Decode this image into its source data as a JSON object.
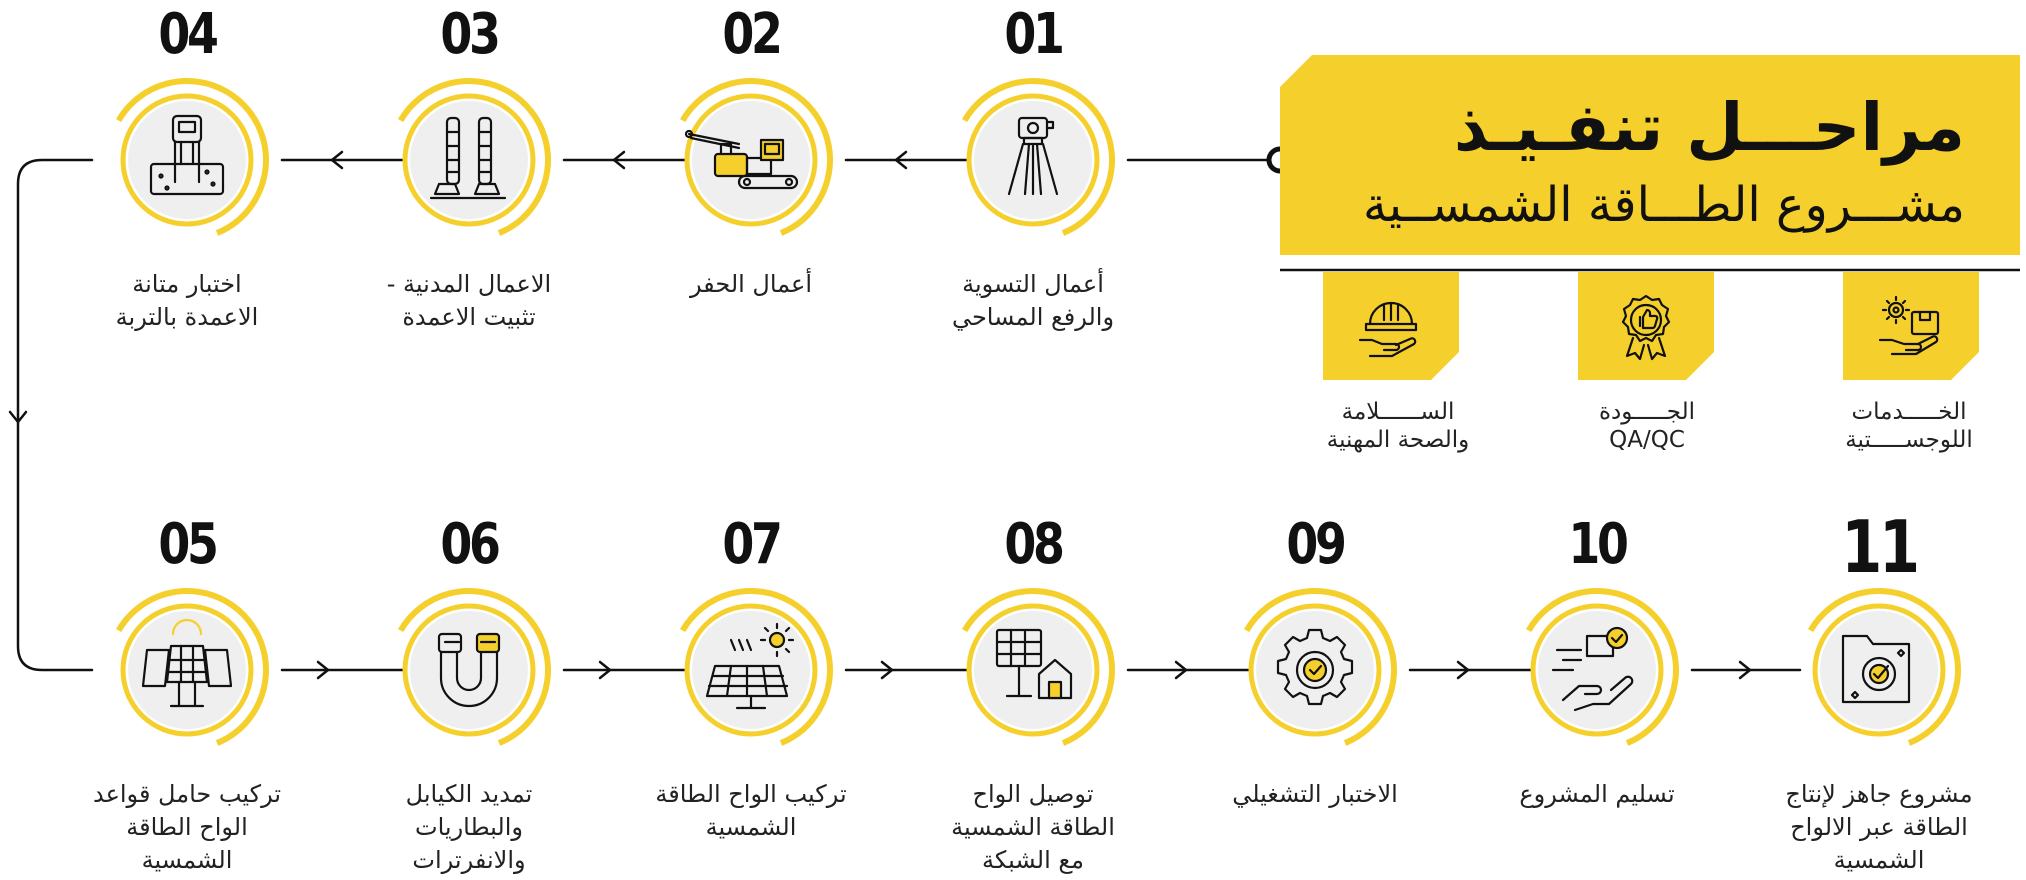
{
  "header": {
    "title_line1": "مراحـــل تنفـيـذ",
    "title_line2": "مشـــروع الطـــاقة الشمســية"
  },
  "services": [
    {
      "label_line1": "الخـــــدمات",
      "label_line2": "اللوجســـــتية",
      "icon": "logistics-hand-box-gear-icon"
    },
    {
      "label_line1": "الجـــــودة",
      "label_line2": "QA/QC",
      "icon": "quality-badge-thumbs-up-icon"
    },
    {
      "label_line1": "الســــــلامة",
      "label_line2": "والصحة المهنية",
      "icon": "safety-helmet-hand-icon"
    }
  ],
  "steps": [
    {
      "number": "01",
      "label": "أعمال التسوية\nوالرفع المساحي",
      "icon": "surveying-theodolite-tripod-icon"
    },
    {
      "number": "02",
      "label": "أعمال الحفر",
      "icon": "excavation-drilling-machine-icon"
    },
    {
      "number": "03",
      "label": "الاعمال المدنية -\nتثبيت الاعمدة",
      "icon": "piles-columns-icon"
    },
    {
      "number": "04",
      "label": "اختبار متانة\nالاعمدة بالتربة",
      "icon": "soil-pile-test-device-icon"
    },
    {
      "number": "05",
      "label": "تركيب حامل قواعد\nالواح الطاقة\nالشمسية",
      "icon": "solar-panel-mounting-structure-icon"
    },
    {
      "number": "06",
      "label": "تمديد الكيابل\nوالبطاريات\nوالانفرترات",
      "icon": "cable-connector-icon"
    },
    {
      "number": "07",
      "label": "تركيب الواح الطاقة\nالشمسية",
      "icon": "solar-panel-sun-icon"
    },
    {
      "number": "08",
      "label": "توصيل الواح\nالطاقة الشمسية\nمع الشبكة",
      "icon": "solar-grid-house-icon"
    },
    {
      "number": "09",
      "label": "الاختبار التشغيلي",
      "icon": "gear-checkmark-icon"
    },
    {
      "number": "10",
      "label": "تسليم المشروع",
      "icon": "delivery-hand-box-icon"
    },
    {
      "number": "11",
      "label": "مشروع جاهز لإنتاج\nالطاقة عبر الالواح\nالشمسية",
      "icon": "folder-checkmark-icon"
    }
  ],
  "colors": {
    "accent": "#F5CF2C",
    "circle_fill": "#EFEFEF",
    "line": "#111111",
    "text": "#222222"
  }
}
